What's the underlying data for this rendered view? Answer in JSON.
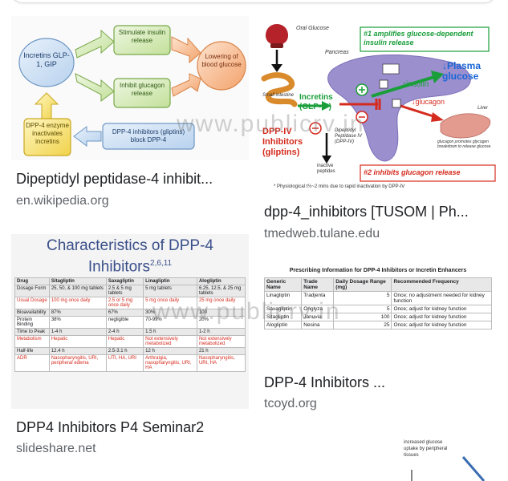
{
  "watermark": "www.publicrv.in",
  "results": [
    {
      "title": "Dipeptidyl peptidase-4 inhibit...",
      "source": "en.wikipedia.org",
      "diagram": {
        "incretins": "Incretins GLP-1, GIP",
        "stimulate": "Stimulate insulin release",
        "inhibit": "Inhibit glucagon release",
        "lowering": "Lowering of blood glucose",
        "dpp4": "DPP-4 enzyme inactivates incretins",
        "block": "DPP-4 inhibitors (gliptins) block DPP-4"
      }
    },
    {
      "title": "dpp-4_inhibitors [TUSOM | Ph...",
      "source": "tmedweb.tulane.edu",
      "diagram": {
        "oral": "Oral Glucose",
        "pancreas": "Pancreas",
        "amplifies": "#1 amplifies glucose-dependent insulin release",
        "small_intestine": "Small intestine",
        "incretins": "Incretins (GLP-1*)",
        "insulin": "↑insulin",
        "plasma": "↓Plasma glucose",
        "glucagon": "↓glucagon",
        "liver": "Liver",
        "dpp_iv": "DPP-IV Inhibitors (gliptins)",
        "dipeptidyl": "Dipeptidyl Peptidase IV (DPP-IV)",
        "inactive": "inactive peptides",
        "glucagon_promotes": "glucagon promotes glycogen breakdown to release glucose",
        "inhibits": "#2 inhibits glucagon release",
        "footnote": "* Physiological t½~2 mins due to rapid inactivation by DPP-IV"
      }
    },
    {
      "title": "DPP4 Inhibitors P4 Seminar2",
      "source": "slideshare.net",
      "slide": {
        "heading_line1": "Characteristics of DPP-4",
        "heading_line2": "Inhibitors",
        "heading_sup": "2,6,11",
        "columns": [
          "Drug",
          "Sitagliptin",
          "Saxagliptin",
          "Linagliptin",
          "Alogliptin"
        ],
        "rows": [
          [
            "Dosage Form",
            "25, 50, & 100 mg tablets",
            "2.5 & 5 mg tablets",
            "5 mg tablets",
            "6.25, 12.5, & 25 mg tablets"
          ],
          [
            "Usual Dosage",
            "100 mg once daily",
            "2.5 or 5 mg once daily",
            "5 mg once daily",
            "25 mg once daily"
          ],
          [
            "Bioavailability",
            "87%",
            "67%",
            "30%",
            "100"
          ],
          [
            "Protein Binding",
            "38%",
            "negligible",
            "70-99%",
            "20%"
          ],
          [
            "Time to Peak",
            "1-4 h",
            "2-4 h",
            "1.5 h",
            "1-2 h"
          ],
          [
            "Metabolism",
            "Hepatic",
            "Hepatic",
            "Not extensively metabolized",
            "Not extensively metabolized"
          ],
          [
            "Half-life",
            "12.4 h",
            "2.5-3.1 h",
            "12 h",
            "21 h"
          ],
          [
            "ADR",
            "Nasopharyngitis, URI, peripheral edema",
            "UTI, HA, URI",
            "Arthralgia, nasopharyngitis, URI, HA",
            "Nasopharyngitis, URI, HA"
          ]
        ]
      }
    },
    {
      "title": "DPP-4 Inhibitors ...",
      "source": "tcoyd.org",
      "table": {
        "caption": "Prescribing Information for DPP-4 Inhibitors or Incretin Enhancers",
        "columns": [
          "Generic Name",
          "Trade Name",
          "Daily Dosage Range (mg)",
          "Recommended Frequency"
        ],
        "rows": [
          [
            "Linagliptin",
            "Tradjenta",
            "5",
            "Once; no adjustment needed for kidney function"
          ],
          [
            "Saxagliptin",
            "Onglyza",
            "5",
            "Once; adjust for kidney function"
          ],
          [
            "Sitagliptin",
            "Januvia",
            "100",
            "Once; adjust for kidney function"
          ],
          [
            "Alogliptin",
            "Nesina",
            "25",
            "Once; adjust for kidney function"
          ]
        ]
      }
    },
    {
      "partial_text": "increased glucose uptake by peripheral tissues"
    }
  ],
  "colors": {
    "title": "#202124",
    "source": "#5f6368",
    "red": "#d52b1e",
    "green": "#1a9e3a",
    "blue": "#1a66d6",
    "purple": "#8a7cc0"
  }
}
